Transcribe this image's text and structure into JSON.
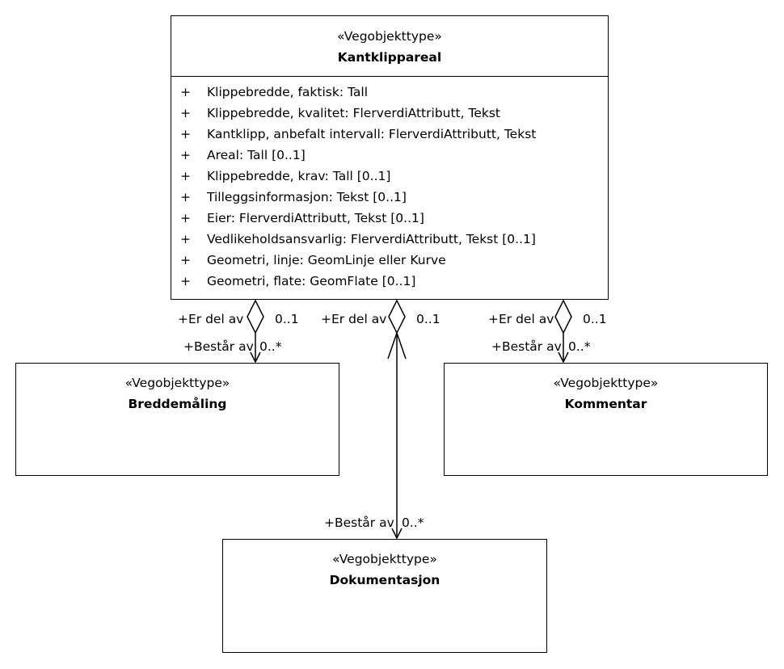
{
  "classes": {
    "kantklippareal": {
      "stereotype": "«Vegobjekttype»",
      "name": "Kantklippareal",
      "attributes": [
        {
          "visibility": "+",
          "text": "Klippebredde, faktisk: Tall"
        },
        {
          "visibility": "+",
          "text": "Klippebredde, kvalitet: FlerverdiAttributt, Tekst"
        },
        {
          "visibility": "+",
          "text": "Kantklipp, anbefalt intervall: FlerverdiAttributt, Tekst"
        },
        {
          "visibility": "+",
          "text": "Areal: Tall [0..1]"
        },
        {
          "visibility": "+",
          "text": "Klippebredde, krav: Tall [0..1]"
        },
        {
          "visibility": "+",
          "text": "Tilleggsinformasjon: Tekst [0..1]"
        },
        {
          "visibility": "+",
          "text": "Eier: FlerverdiAttributt, Tekst [0..1]"
        },
        {
          "visibility": "+",
          "text": "Vedlikeholdsansvarlig: FlerverdiAttributt, Tekst [0..1]"
        },
        {
          "visibility": "+",
          "text": "Geometri, linje: GeomLinje eller Kurve"
        },
        {
          "visibility": "+",
          "text": "Geometri, flate: GeomFlate [0..1]"
        }
      ]
    },
    "breddemaling": {
      "stereotype": "«Vegobjekttype»",
      "name": "Breddemåling"
    },
    "kommentar": {
      "stereotype": "«Vegobjekttype»",
      "name": "Kommentar"
    },
    "dokumentasjon": {
      "stereotype": "«Vegobjekttype»",
      "name": "Dokumentasjon"
    }
  },
  "associations": [
    {
      "target": "breddemaling",
      "source_role": "+Er del av",
      "source_multiplicity": "0..1",
      "target_role": "+Består av",
      "target_multiplicity": "0..*",
      "kind": "aggregation"
    },
    {
      "target": "dokumentasjon",
      "source_role": "+Er del av",
      "source_multiplicity": "0..1",
      "target_role": "+Består av",
      "target_multiplicity": "0..*",
      "kind": "aggregation"
    },
    {
      "target": "kommentar",
      "source_role": "+Er del av",
      "source_multiplicity": "0..1",
      "target_role": "+Består av",
      "target_multiplicity": "0..*",
      "kind": "aggregation"
    }
  ]
}
